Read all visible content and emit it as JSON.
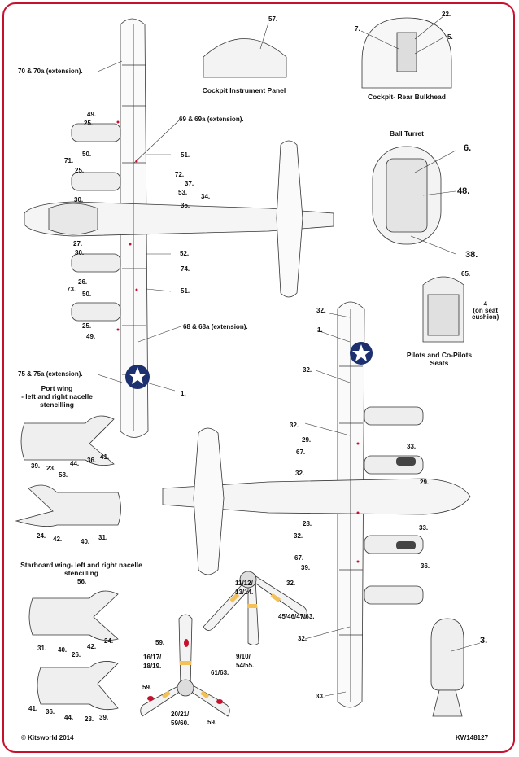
{
  "titles": {
    "cockpit_panel": "Cockpit Instrument Panel",
    "rear_bulkhead": "Cockpit- Rear Bulkhead",
    "ball_turret": "Ball Turret",
    "pilot_seats_line1": "Pilots and Co-Pilots",
    "pilot_seats_line2": "Seats",
    "port_wing_line1": "Port wing",
    "port_wing_line2": "- left and right nacelle",
    "port_wing_line3": "stencilling",
    "starboard_wing_line1": "Starboard wing- left and right nacelle",
    "starboard_wing_line2": "stencilling"
  },
  "labels": {
    "l57": "57.",
    "l7": "7.",
    "l22": "22.",
    "l5": "5.",
    "l70": "70 & 70a (extension).",
    "l49a": "49.",
    "l25a": "25.",
    "l69": "69 & 69a (extension).",
    "l50a": "50.",
    "l71": "71.",
    "l51a": "51.",
    "l25b": "25.",
    "l72": "72.",
    "l37": "37.",
    "l53": "53.",
    "l30a": "30.",
    "l34": "34.",
    "l35": "35.",
    "l27": "27.",
    "l30b": "30.",
    "l52": "52.",
    "l74": "74.",
    "l26a": "26.",
    "l73": "73.",
    "l50b": "50.",
    "l51b": "51.",
    "l25c": "25.",
    "l68": "68 & 68a (extension).",
    "l49b": "49.",
    "l75": "75 & 75a (extension).",
    "l1a": "1.",
    "l6": "6.",
    "l48": "48.",
    "l38": "38.",
    "l65": "65.",
    "l4_1": "4",
    "l4_2": "(on seat",
    "l4_3": "cushion)",
    "l32a": "32.",
    "l1b": "1.",
    "l32b": "32.",
    "l39a": "39.",
    "l23a": "23.",
    "l44a": "44.",
    "l36a": "36.",
    "l41a": "41.",
    "l58": "58.",
    "l32c": "32.",
    "l29a": "29.",
    "l33a": "33.",
    "l67a": "67.",
    "l32d": "32.",
    "l29b": "29.",
    "l24a": "24.",
    "l42a": "42.",
    "l40a": "40.",
    "l31a": "31.",
    "l28": "28.",
    "l32e": "32.",
    "l33b": "33.",
    "l67b": "67.",
    "l39b": "39.",
    "l36b": "36.",
    "l32f": "32.",
    "l56": "56.",
    "l31b": "31.",
    "l40b": "40.",
    "l42b": "42.",
    "l24b": "24.",
    "l26b": "26.",
    "l41b": "41.",
    "l36c": "36.",
    "l44b": "44.",
    "l23b": "23.",
    "l39c": "39.",
    "l11": "11/12/",
    "l13": "13/14.",
    "l45": "45/46/47/63.",
    "l59a": "59.",
    "l16": "16/17/",
    "l18": "18/19.",
    "l9": "9/10/",
    "l54": "54/55.",
    "l61": "61/63.",
    "l59b": "59.",
    "l20": "20/21/",
    "l59c": "59/60.",
    "l59d": "59.",
    "l32g": "32.",
    "l33c": "33.",
    "l3": "3."
  },
  "footer": {
    "copyright": "© Kitsworld 2014",
    "code": "KW148127"
  },
  "colors": {
    "border": "#c8102e",
    "insignia_blue": "#1c2f6e",
    "stencil_red": "#c8102e",
    "prop_tip": "#f2c15a",
    "line": "#333333"
  }
}
